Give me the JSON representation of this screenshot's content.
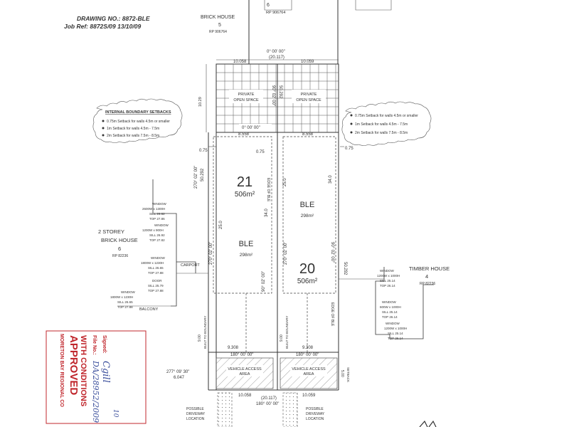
{
  "drawing": {
    "drawing_no": "DRAWING NO.: 8872-BLE",
    "job_ref": "Job Ref: 8872S/09   13/10/09"
  },
  "neighbors": {
    "top_number": "6",
    "top_rp": "RP 906764",
    "brick_house_5": "BRICK HOUSE",
    "brick_house_5_num": "5",
    "brick_house_5_rp": "RP 906764",
    "storey_line1": "2 STOREY",
    "storey_line2": "BRICK HOUSE",
    "storey_num": "6",
    "storey_rp": "RP 82236",
    "timber": "TIMBER HOUSE",
    "timber_num": "4",
    "timber_rp": "RP 82236",
    "carport": "CARPORT",
    "balcony": "BALCONY"
  },
  "dimensions": {
    "top_bearing": "0° 00' 00\"",
    "top_total": "(20.117)",
    "top_left": "10.058",
    "top_right": "10.059",
    "mid_bearing": "0° 00' 00\"",
    "mid_left": "8.558",
    "mid_right": "8.558",
    "setback_left": "0.75",
    "setback_mid": "0.75",
    "setback_right": "0.75",
    "side_left_dim": "10.29",
    "left_bearing": "270° 02' 00\"",
    "left_len": "50.292",
    "right_bearing": "90° 02' 00\"",
    "right_len": "50.292",
    "center_bearing_a": "90° 02' 00\"",
    "center_bearing_b": "270° 02' 00\"",
    "center_len": "50.292",
    "lot21_len": "25.0",
    "lot21_len2": "34.0",
    "lot20_len": "25.0",
    "lot20_len2": "34.0",
    "bottom_left": "9.308",
    "bottom_right": "9.308",
    "bottom_bearing_l": "180° 00' 00\"",
    "bottom_bearing_r": "180° 00' 00\"",
    "corner_bearing": "277° 09' 30\"",
    "corner_len": "6.047",
    "base_left": "10.058",
    "base_total": "(20.117)",
    "base_right": "10.059",
    "base_bearing": "180° 00' 00\"",
    "bult_l": "BUILT TO BOUNDARY",
    "bult_r": "BUILT TO BOUNDARY",
    "bult_dim_l": "9.00",
    "bult_dim_r": "9.00",
    "setback_label": "SETBACK",
    "setback_val": "5.00",
    "edge_l": "EDGE OF BLE",
    "edge_r": "EDGE OF BLE"
  },
  "lots": {
    "lot21_num": "21",
    "lot21_area": "506m²",
    "lot20_num": "20",
    "lot20_area": "506m²",
    "ble_left": "BLE",
    "ble_left_area": "298m²",
    "ble_right": "BLE",
    "ble_right_area": "298m²",
    "private_l1": "PRIVATE",
    "private_l2": "OPEN SPACE",
    "private_r1": "PRIVATE",
    "private_r2": "OPEN SPACE",
    "vehicle_l1": "VEHICLE ACCESS",
    "vehicle_l2": "AREA",
    "vehicle_r1": "VEHICLE ACCESS",
    "vehicle_r2": "AREA",
    "driveway_l": [
      "POSSIBLE",
      "DRIVEWAY",
      "LOCATION"
    ],
    "driveway_r": [
      "POSSIBLE",
      "DRIVEWAY",
      "LOCATION"
    ]
  },
  "setbacks": {
    "left_title": "INTERNAL BOUNDARY SETBACKS",
    "left": [
      "0.75m Setback for walls 4.5m or smaller",
      "1m Setback for walls 4.5m - 7.5m",
      "2m Setback for walls 7.5m - 8.5m"
    ],
    "right": [
      "0.75m Setback for walls 4.5m or smaller",
      "1m Setback for walls 4.5m - 7.5m",
      "2m Setback for walls 7.5m - 8.5m"
    ]
  },
  "windows_left": [
    [
      "WINDOW",
      "2600W x 1300H",
      "SILL 26.62",
      "TOP 27.86"
    ],
    [
      "WINDOW",
      "1200W x 900H",
      "SILL 26.92",
      "TOP 27.82"
    ],
    [
      "WINDOW",
      "1800W x 1230H",
      "SILL 26.65",
      "TOP 27.88"
    ],
    [
      "DOOR",
      "SILL 25.79",
      "TOP 27.88"
    ],
    [
      "WINDOW",
      "1800W x 1230H",
      "SILL 26.65",
      "TOP 27.88"
    ]
  ],
  "windows_right": [
    [
      "WINDOW",
      "1200W x 1000H",
      "SILL 25.14",
      "TOP 26.14"
    ],
    [
      "WINDOW",
      "600W x 1000H",
      "SILL 25.14",
      "TOP 26.14"
    ],
    [
      "WINDOW",
      "1200W x 1000H",
      "SILL 25.14",
      "TOP 26.14"
    ]
  ],
  "stamp": {
    "line1": "MORETON BAY REGIONAL CO",
    "line2": "APPROVED",
    "line3": "WITH CONDITIONS",
    "file": "File No.:",
    "signed": "Signed:",
    "file_value": "DA/28952/2009",
    "sign_value": "Cgill",
    "date_value": "10"
  },
  "colors": {
    "ink": "#333333",
    "stamp": "#c0272d",
    "handwriting": "#3b4f9c"
  }
}
